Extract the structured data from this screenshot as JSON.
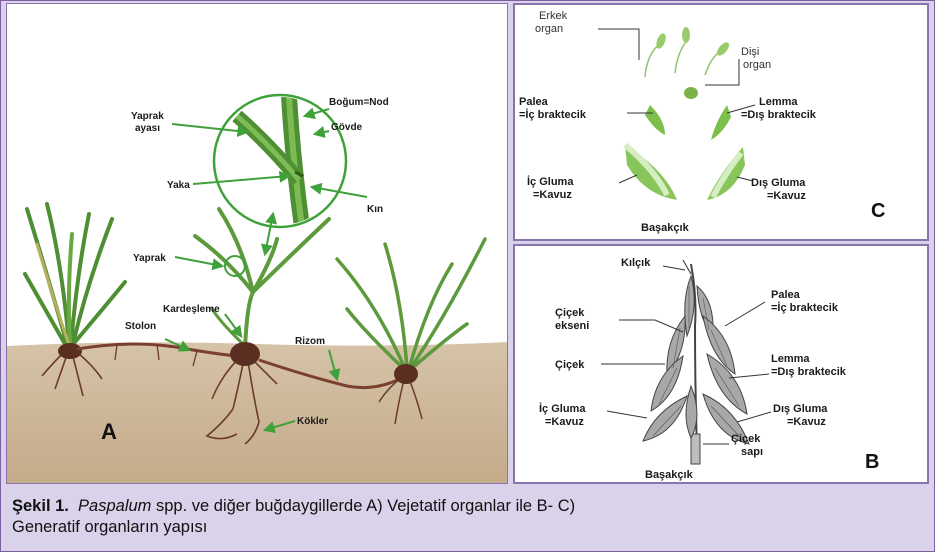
{
  "panel_a": {
    "letter": "A",
    "labels": {
      "bogum": "Boğum=Nod",
      "govde": "Gövde",
      "yaprak_ayasi_1": "Yaprak",
      "yaprak_ayasi_2": "ayası",
      "yaka": "Yaka",
      "kin": "Kın",
      "yaprak": "Yaprak",
      "kardesleme": "Kardeşleme",
      "stolon": "Stolon",
      "rizom": "Rizom",
      "kokler": "Kökler"
    }
  },
  "panel_c": {
    "letter": "C",
    "labels": {
      "erkek_1": "Erkek",
      "erkek_2": "organ",
      "disi_1": "Dişi",
      "disi_2": "organ",
      "palea_1": "Palea",
      "palea_2": "=İç braktecik",
      "lemma_1": "Lemma",
      "lemma_2": "=Dış braktecik",
      "ic_gluma_1": "İç Gluma",
      "ic_gluma_2": "=Kavuz",
      "dis_gluma_1": "Dış Gluma",
      "dis_gluma_2": "=Kavuz",
      "basakcik": "Başakçık"
    }
  },
  "panel_b": {
    "letter": "B",
    "labels": {
      "kilcik": "Kılçık",
      "cicek_ekseni_1": "Çiçek",
      "cicek_ekseni_2": "ekseni",
      "palea_1": "Palea",
      "palea_2": "=İç braktecik",
      "cicek": "Çiçek",
      "lemma_1": "Lemma",
      "lemma_2": "=Dış braktecik",
      "ic_gluma_1": "İç Gluma",
      "ic_gluma_2": "=Kavuz",
      "dis_gluma_1": "Dış Gluma",
      "dis_gluma_2": "=Kavuz",
      "cicek_sapi_1": "Çiçek",
      "cicek_sapi_2": "sapı",
      "basakcik": "Başakçık"
    }
  },
  "caption": {
    "prefix": "Şekil 1.",
    "genus": "Paspalum",
    "line1_rest": " spp. ve diğer buğdaygillerde A) Vejetatif organlar ile B- C)",
    "line2": "Generatif organların yapısı"
  },
  "colors": {
    "frame": "#d9d2ea",
    "border": "#8a74ad",
    "soil": "#cdb79b",
    "leaf": "#5c9a3c",
    "leaf_dark": "#3f7a28",
    "callout": "#3fa13a",
    "root": "#6b3b2a",
    "floret_gray": "#9a9a9a"
  }
}
